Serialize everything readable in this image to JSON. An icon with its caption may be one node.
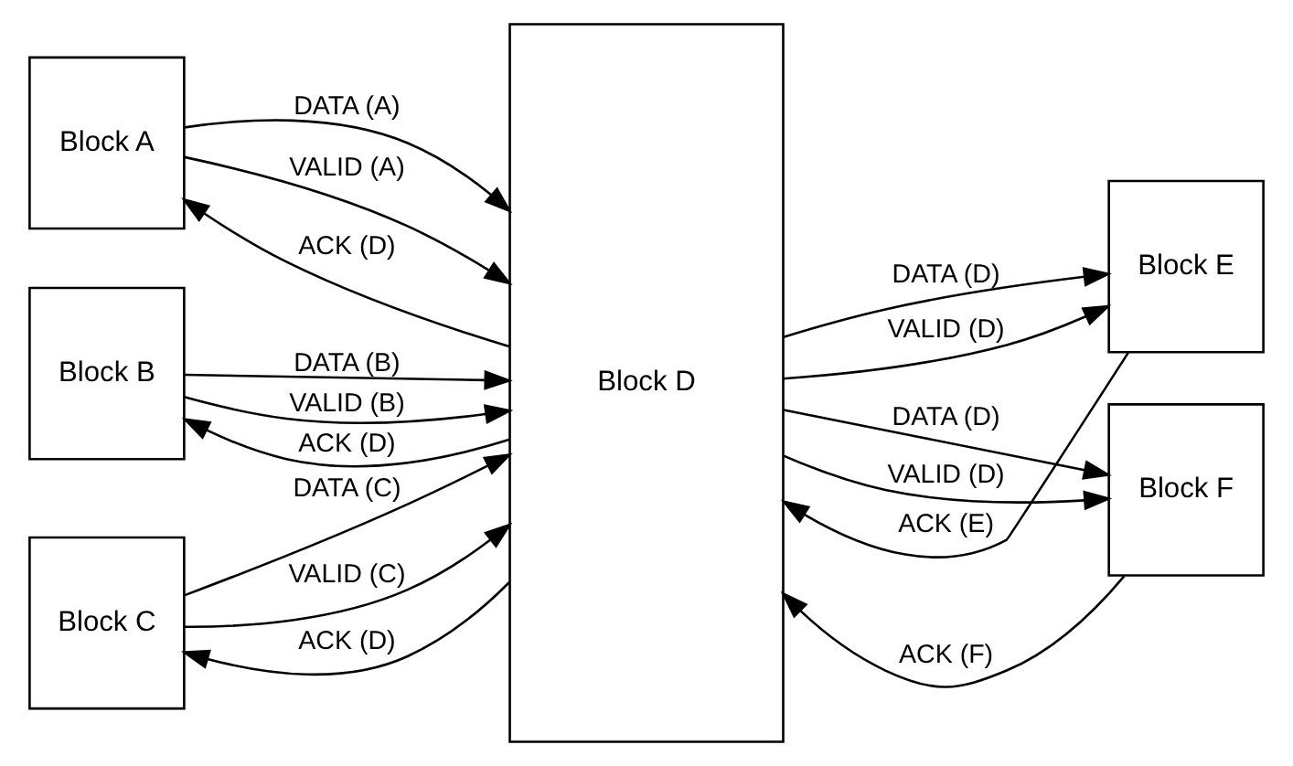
{
  "diagram": {
    "nodes": [
      {
        "text": [
          "Block A"
        ]
      },
      {
        "text": [
          "Block B"
        ]
      },
      {
        "text": [
          "Block C"
        ]
      },
      {
        "text": [
          "Block D"
        ]
      },
      {
        "text": [
          "Block E"
        ]
      },
      {
        "text": [
          "Block F"
        ]
      }
    ],
    "edges": [
      {
        "from": 0,
        "to": 3,
        "arrow": "to",
        "label": "DATA (A)"
      },
      {
        "from": 0,
        "to": 3,
        "arrow": "to",
        "label": "VALID (A)"
      },
      {
        "from": 3,
        "to": 0,
        "arrow": "to",
        "label": "ACK (D)"
      },
      {
        "from": 1,
        "to": 3,
        "arrow": "to",
        "label": "DATA (B)"
      },
      {
        "from": 1,
        "to": 3,
        "arrow": "to",
        "label": "VALID (B)"
      },
      {
        "from": 3,
        "to": 1,
        "arrow": "to",
        "label": "ACK (D)"
      },
      {
        "from": 2,
        "to": 3,
        "arrow": "to",
        "label": "DATA (C)"
      },
      {
        "from": 2,
        "to": 3,
        "arrow": "to",
        "label": "VALID (C)"
      },
      {
        "from": 3,
        "to": 2,
        "arrow": "to",
        "label": "ACK (D)"
      },
      {
        "from": 3,
        "to": 4,
        "arrow": "to",
        "label": "DATA (D)"
      },
      {
        "from": 3,
        "to": 4,
        "arrow": "to",
        "label": "VALID (D)"
      },
      {
        "from": 4,
        "to": 3,
        "arrow": "to",
        "label": "ACK (E)"
      },
      {
        "from": 3,
        "to": 5,
        "arrow": "to",
        "label": "DATA (D)"
      },
      {
        "from": 3,
        "to": 5,
        "arrow": "to",
        "label": "VALID (D)"
      },
      {
        "from": 5,
        "to": 3,
        "arrow": "to",
        "label": "ACK (F)"
      }
    ]
  }
}
